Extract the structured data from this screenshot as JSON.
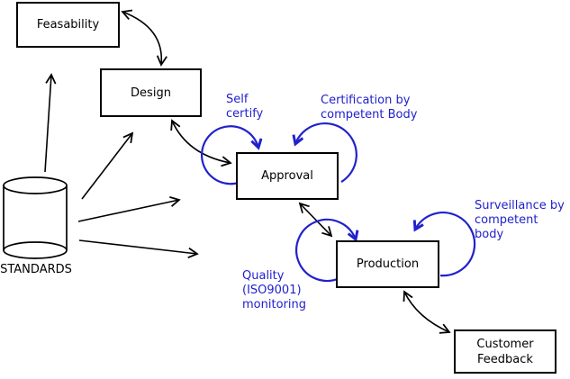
{
  "diagram": {
    "background": "#ffffff",
    "line_color": "#000000",
    "accent_blue": "#2121cd",
    "nodes": {
      "feasability": {
        "label": "Feasability"
      },
      "design": {
        "label": "Design"
      },
      "approval": {
        "label": "Approval"
      },
      "production": {
        "label": "Production"
      },
      "customer_feedback": {
        "label": "Customer\nFeedback"
      },
      "standards": {
        "label": "STANDARDS",
        "shape": "cylinder"
      }
    },
    "annotations": {
      "self_certify": {
        "label": "Self\ncertify"
      },
      "certification": {
        "label": "Certification by\ncompetent Body"
      },
      "surveillance": {
        "label": "Surveillance by\ncompetent body"
      },
      "quality": {
        "label": "Quality\n(ISO9001)\nmonitoring"
      }
    },
    "edges": [
      {
        "from": "feasability",
        "to": "design",
        "bidirectional": true,
        "style": "black-curve"
      },
      {
        "from": "design",
        "to": "approval",
        "bidirectional": true,
        "style": "black-curve"
      },
      {
        "from": "approval",
        "to": "production",
        "bidirectional": true,
        "style": "black-line"
      },
      {
        "from": "production",
        "to": "customer_feedback",
        "bidirectional": true,
        "style": "black-curve"
      },
      {
        "from": "standards",
        "to": "feasability",
        "bidirectional": false,
        "style": "black-line"
      },
      {
        "from": "standards",
        "to": "design",
        "bidirectional": false,
        "style": "black-line"
      },
      {
        "from": "standards",
        "to": "approval",
        "bidirectional": false,
        "style": "black-line"
      },
      {
        "from": "standards",
        "to": "production",
        "bidirectional": false,
        "style": "black-line"
      },
      {
        "from": "approval",
        "to": "approval",
        "label": "Self certify",
        "style": "blue-loop"
      },
      {
        "from": "approval",
        "to": "approval",
        "label": "Certification by competent Body",
        "style": "blue-loop"
      },
      {
        "from": "production",
        "to": "production",
        "label": "Quality (ISO9001) monitoring",
        "style": "blue-loop"
      },
      {
        "from": "production",
        "to": "production",
        "label": "Surveillance by competent body",
        "style": "blue-loop"
      }
    ]
  }
}
